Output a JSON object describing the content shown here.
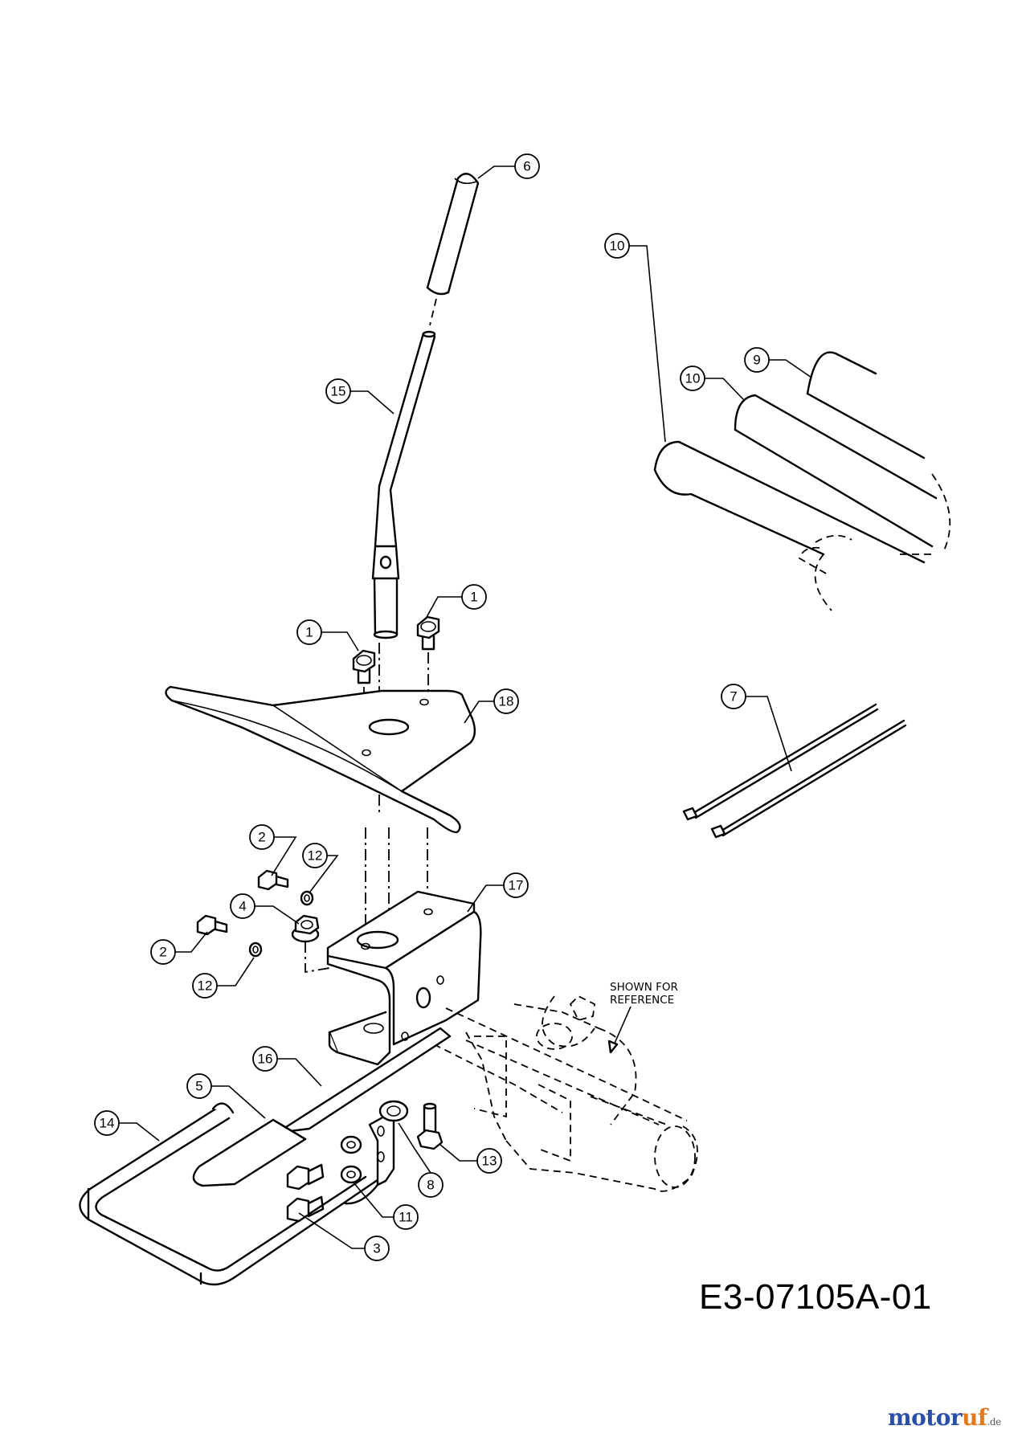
{
  "diagram": {
    "drawing_number": "E3-07105A-01",
    "reference_note": [
      "SHOWN FOR",
      "REFERENCE"
    ],
    "callouts": [
      "1",
      "1",
      "2",
      "2",
      "3",
      "4",
      "5",
      "6",
      "7",
      "8",
      "9",
      "10",
      "10",
      "11",
      "12",
      "12",
      "13",
      "14",
      "15",
      "16",
      "17",
      "18"
    ]
  },
  "watermark": {
    "main": "motor",
    "accent": "uf",
    "tld": ".de"
  }
}
